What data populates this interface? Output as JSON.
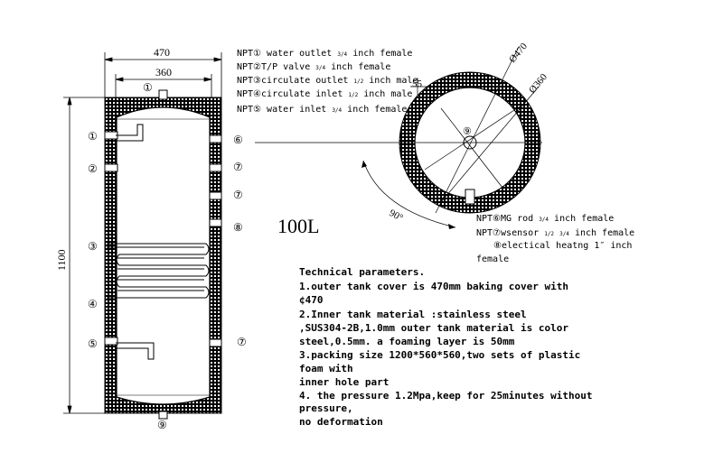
{
  "dimensions": {
    "outer_width": "470",
    "inner_width": "360",
    "height": "1100",
    "dia_outer": "Ø470",
    "dia_inner": "Ø360",
    "layer": "55",
    "angle": "90°"
  },
  "capacity": "100L",
  "top_port_label": "①",
  "bottom_port_label": "⑨",
  "center_port_label": "⑨",
  "left_ports": [
    "①",
    "②",
    "③",
    "④",
    "⑤"
  ],
  "right_ports": [
    "⑥",
    "⑦",
    "⑦",
    "⑧",
    "⑦"
  ],
  "top_legend": [
    {
      "prefix": "NPT①",
      "text": " water outlet ",
      "frac": "3/4",
      "tail": " inch female"
    },
    {
      "prefix": "NPT②",
      "text": "T/P valve ",
      "frac": "3/4",
      "tail": "  inch female"
    },
    {
      "prefix": "NPT③",
      "text": "circulate outlet ",
      "frac": "1/2",
      "tail": " inch male"
    },
    {
      "prefix": "NPT④",
      "text": "circulate inlet ",
      "frac": "1/2",
      "tail": " inch male"
    },
    {
      "prefix": "NPT⑤",
      "text": " water inlet ",
      "frac": "3/4",
      "tail": " inch female"
    }
  ],
  "side_legend": {
    "line1_prefix": "NPT⑥",
    "line1_text": "MG rod ",
    "line1_frac": "3/4",
    "line1_tail": " inch female",
    "line2_prefix": "NPT⑦",
    "line2_text": "wsensor ",
    "line2_frac_a": "1/2",
    "line2_frac_b": "3/4",
    "line2_tail": "  inch female",
    "line3": "⑧electical heatng 1″ inch",
    "line4": "female"
  },
  "technical": [
    "Technical parameters.",
    "1.outer tank cover is 470mm baking cover with",
    "¢470",
    "2.Inner tank material :stainless steel",
    ",SUS304-2B,1.0mm outer tank material is color",
    "steel,0.5mm. a foaming layer is 50mm",
    "3.packing size 1200*560*560,two sets of plastic",
    "foam with",
    "inner hole part",
    "4. the pressure 1.2Mpa,keep for 25minutes without",
    "pressure,",
    "no deformation"
  ]
}
